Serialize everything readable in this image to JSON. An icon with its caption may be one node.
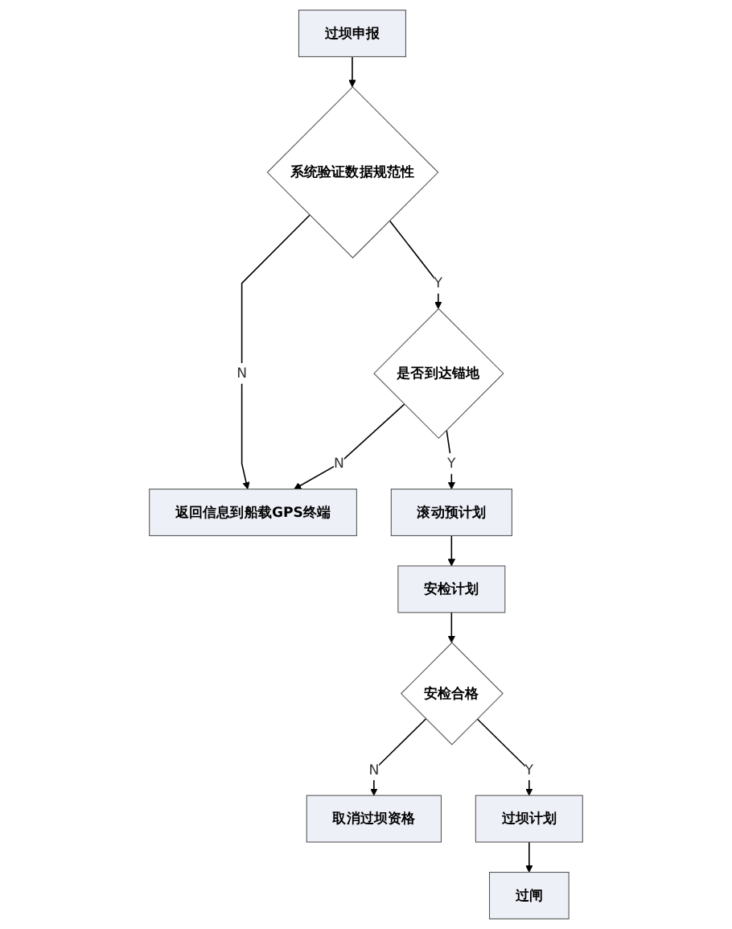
{
  "diagram": {
    "nodes": [
      {
        "text": [
          "过坝申报"
        ]
      },
      {
        "text": [
          "系统验证数据规范性"
        ]
      },
      {
        "text": [
          "返回信息到船载GPS终端"
        ]
      },
      {
        "text": [
          "是否到达锚地"
        ]
      },
      {
        "text": [
          "滚动预计划"
        ]
      },
      {
        "text": [
          "安检计划"
        ]
      },
      {
        "text": [
          "安检合格"
        ]
      },
      {
        "text": [
          "取消过坝资格"
        ]
      },
      {
        "text": [
          "过坝计划"
        ]
      },
      {
        "text": [
          "过闸"
        ]
      }
    ],
    "edges": [
      {
        "from": 0,
        "to": 1,
        "arrow": "to"
      },
      {
        "from": 1,
        "to": 2,
        "arrow": "to",
        "label": "N"
      },
      {
        "from": 1,
        "to": 3,
        "arrow": "to",
        "label": "Y"
      },
      {
        "from": 3,
        "to": 2,
        "arrow": "to",
        "label": "N"
      },
      {
        "from": 3,
        "to": 4,
        "arrow": "to",
        "label": "Y"
      },
      {
        "from": 4,
        "to": 5,
        "arrow": "to"
      },
      {
        "from": 5,
        "to": 6,
        "arrow": "to"
      },
      {
        "from": 6,
        "to": 7,
        "arrow": "to",
        "label": "N"
      },
      {
        "from": 6,
        "to": 8,
        "arrow": "to",
        "label": "Y"
      },
      {
        "from": 8,
        "to": 9,
        "arrow": "to"
      }
    ]
  }
}
